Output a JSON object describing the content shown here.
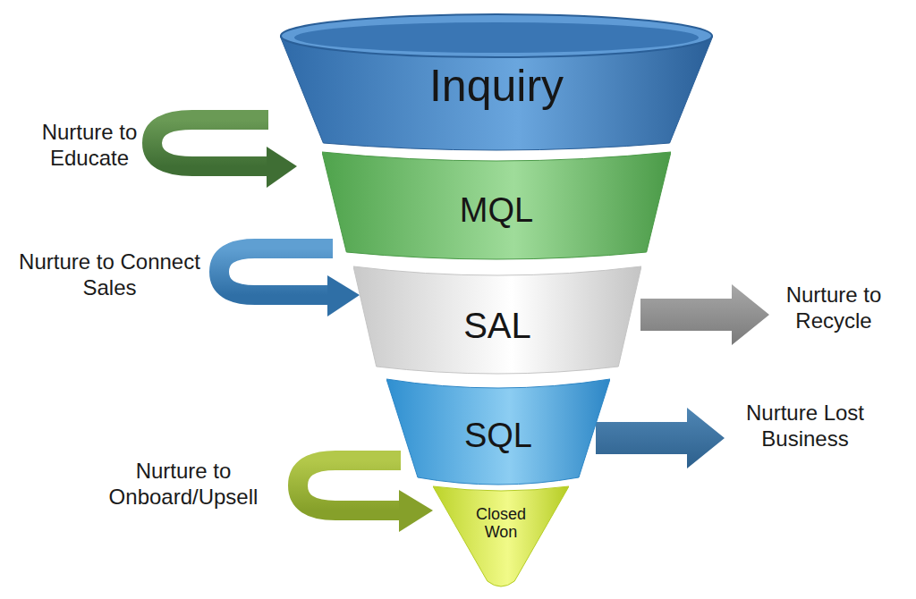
{
  "diagram": {
    "nodes": [
      {
        "text": [
          "Inquiry"
        ]
      },
      {
        "text": [
          "MQL"
        ]
      },
      {
        "text": [
          "SAL"
        ]
      },
      {
        "text": [
          "SQL"
        ]
      },
      {
        "text": [
          "Closed Won"
        ]
      }
    ],
    "labels": [
      "Nurture to Educate",
      "Nurture to Connect Sales",
      "Nurture to Recycle",
      "Nurture Lost Business",
      "Nurture to Onboard/Upsell"
    ]
  }
}
